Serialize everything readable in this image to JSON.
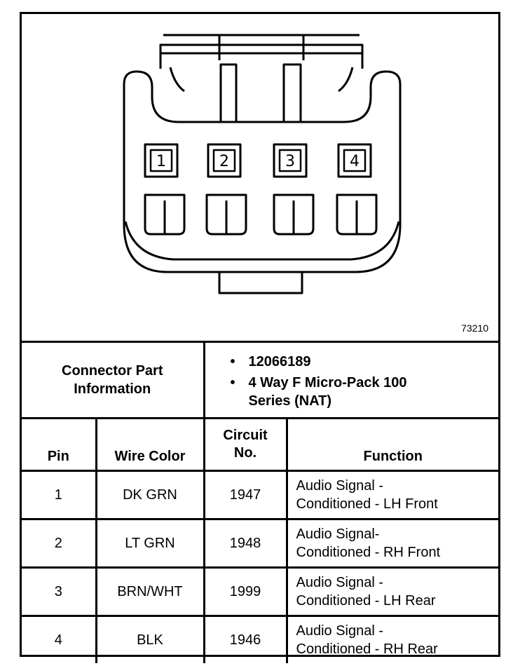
{
  "figure_number": "73210",
  "connector": {
    "pins": [
      "1",
      "2",
      "3",
      "4"
    ]
  },
  "connector_part": {
    "label_line1": "Connector Part",
    "label_line2": "Information",
    "part_number": "12066189",
    "description_line1": "4 Way F Micro-Pack 100",
    "description_line2": "Series (NAT)"
  },
  "table": {
    "headers": {
      "pin": "Pin",
      "wire_color": "Wire Color",
      "circuit_line1": "Circuit",
      "circuit_line2": "No.",
      "function": "Function"
    },
    "rows": [
      {
        "pin": "1",
        "wire_color": "DK GRN",
        "circuit": "1947",
        "function_line1": "Audio Signal -",
        "function_line2": "Conditioned - LH Front"
      },
      {
        "pin": "2",
        "wire_color": "LT GRN",
        "circuit": "1948",
        "function_line1": "Audio Signal-",
        "function_line2": "Conditioned - RH Front"
      },
      {
        "pin": "3",
        "wire_color": "BRN/WHT",
        "circuit": "1999",
        "function_line1": "Audio Signal -",
        "function_line2": "Conditioned - LH Rear"
      },
      {
        "pin": "4",
        "wire_color": "BLK",
        "circuit": "1946",
        "function_line1": "Audio Signal -",
        "function_line2": "Conditioned - RH Rear"
      }
    ]
  }
}
